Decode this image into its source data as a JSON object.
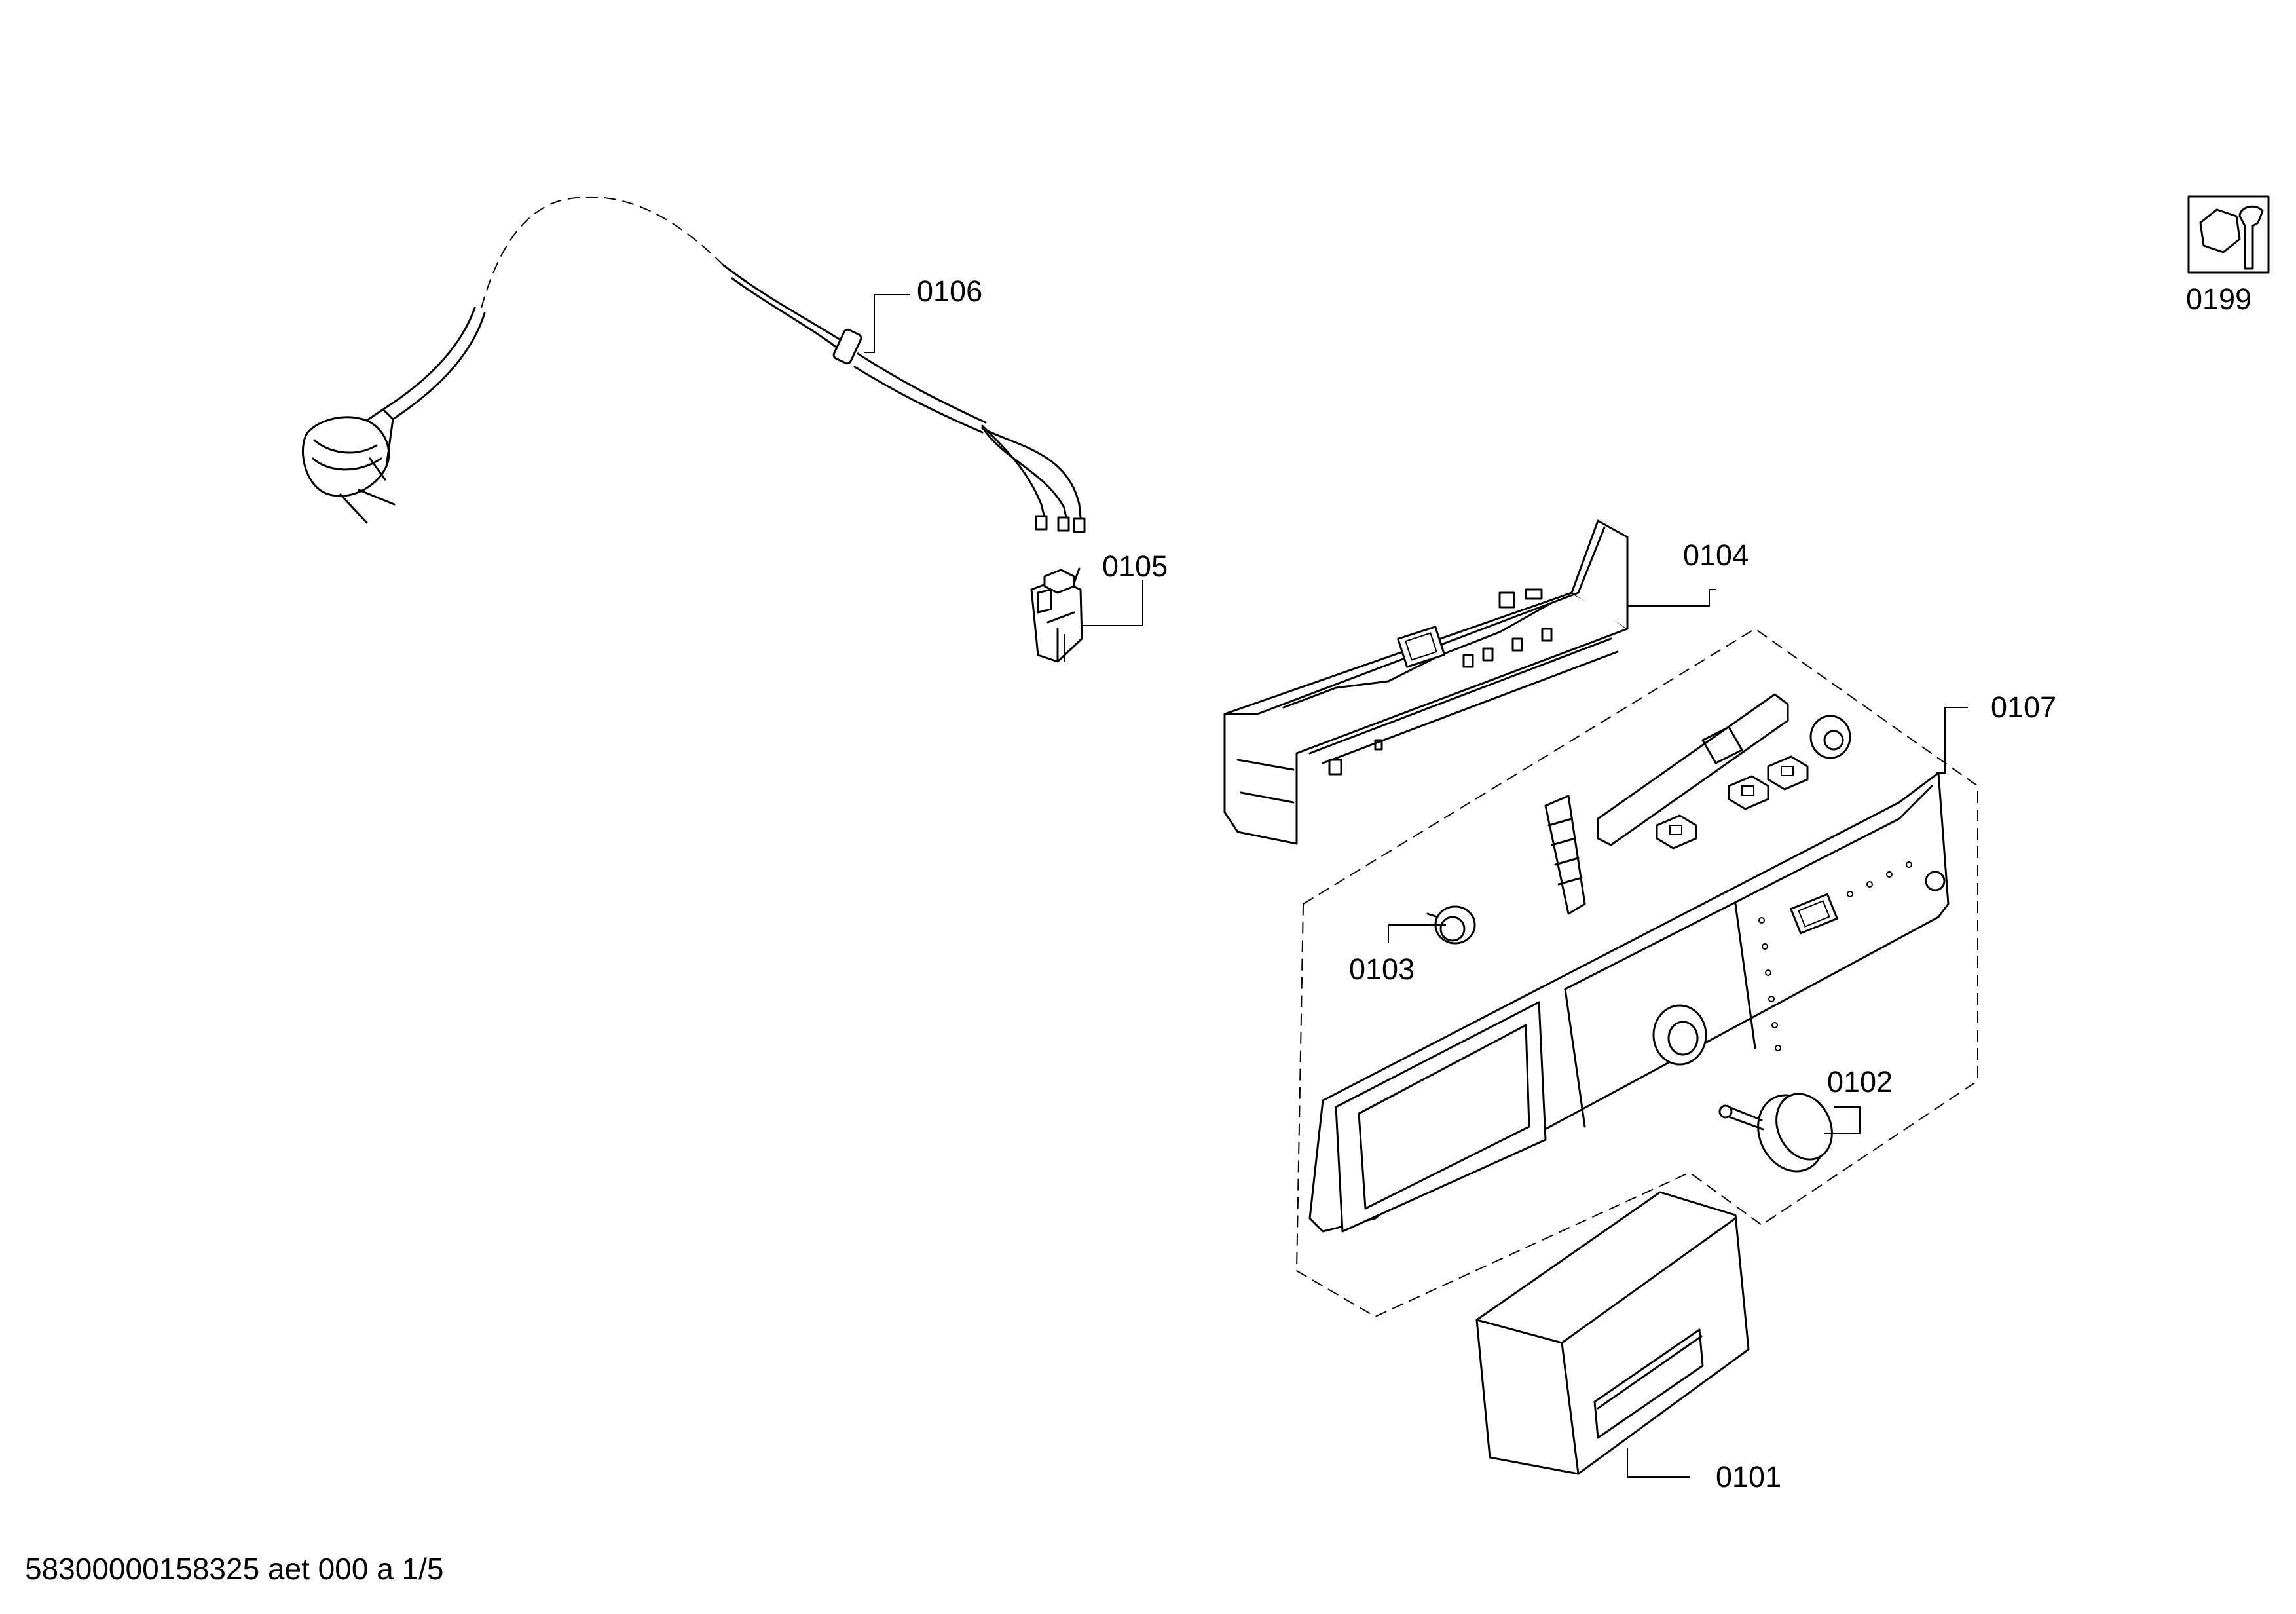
{
  "parts": [
    {
      "id": "0101",
      "label": "0101"
    },
    {
      "id": "0102",
      "label": "0102"
    },
    {
      "id": "0103",
      "label": "0103"
    },
    {
      "id": "0104",
      "label": "0104"
    },
    {
      "id": "0105",
      "label": "0105"
    },
    {
      "id": "0106",
      "label": "0106"
    },
    {
      "id": "0107",
      "label": "0107"
    },
    {
      "id": "0199",
      "label": "0199"
    }
  ],
  "footer": "58300000158325 aet 000 a 1/5",
  "icons": {
    "tool_icon": "wrench-nut-icon"
  }
}
